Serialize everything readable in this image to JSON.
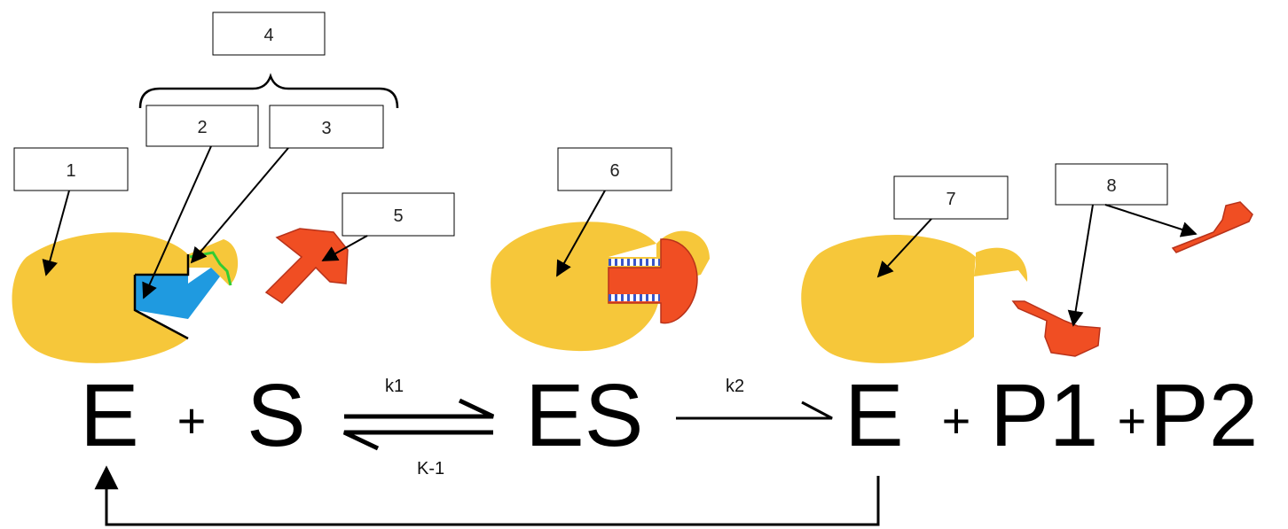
{
  "labels": {
    "n1": "1",
    "n2": "2",
    "n3": "3",
    "n4": "4",
    "n5": "5",
    "n6": "6",
    "n7": "7",
    "n8": "8"
  },
  "equation": {
    "e1": "E",
    "plus1": "+",
    "s": "S",
    "es": "ES",
    "e2": "E",
    "plus2": "+",
    "p1": "P1",
    "plus3": "+",
    "p2": "P2"
  },
  "rates": {
    "k1": "k1",
    "km1": "K-1",
    "k2": "k2"
  },
  "colors": {
    "enzyme": "#f6c73a",
    "substrate": "#f04e23",
    "active_site": "#1f9ae0",
    "binding_site": "#33cc33",
    "outline": "#000000"
  }
}
